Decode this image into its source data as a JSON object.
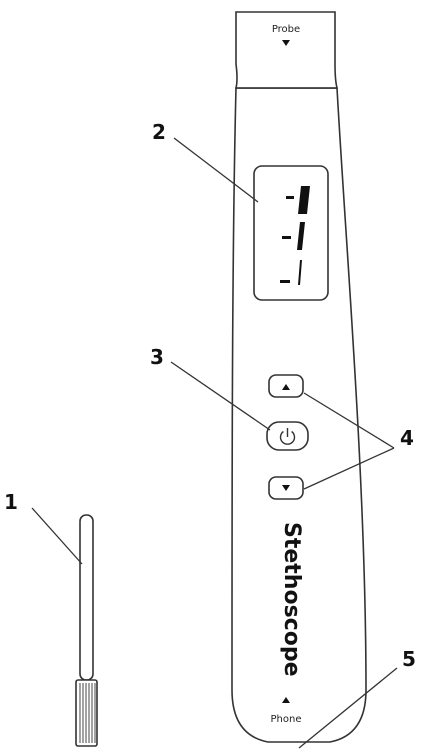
{
  "labels": {
    "probe": "Probe",
    "phone": "Phone",
    "brand": "Stethoscope"
  },
  "callouts": {
    "c1": "1",
    "c2": "2",
    "c3": "3",
    "c4": "4",
    "c5": "5"
  },
  "icons": {
    "probe_marker": "triangle-down-icon",
    "phone_marker": "triangle-up-icon",
    "up_button": "triangle-up-icon",
    "down_button": "triangle-down-icon",
    "power_button": "power-icon"
  },
  "colors": {
    "outline": "#333333",
    "display_segments": "#111111",
    "background": "#ffffff"
  }
}
